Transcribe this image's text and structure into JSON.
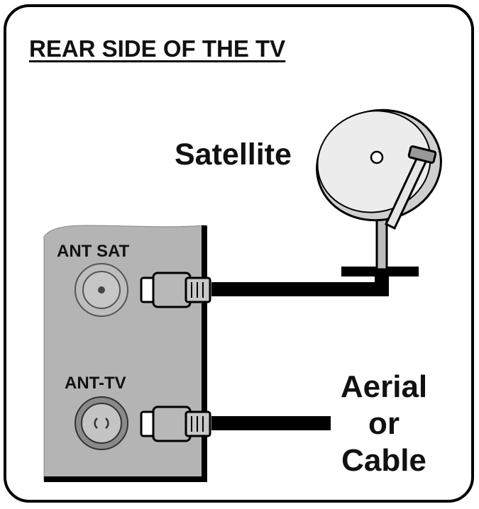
{
  "diagram": {
    "title": "REAR SIDE OF THE TV",
    "labels": {
      "satellite": "Satellite",
      "ant_sat": "ANT SAT",
      "ant_tv": "ANT-TV",
      "aerial_line1": "Aerial",
      "aerial_line2": "or",
      "aerial_line3": "Cable"
    }
  }
}
